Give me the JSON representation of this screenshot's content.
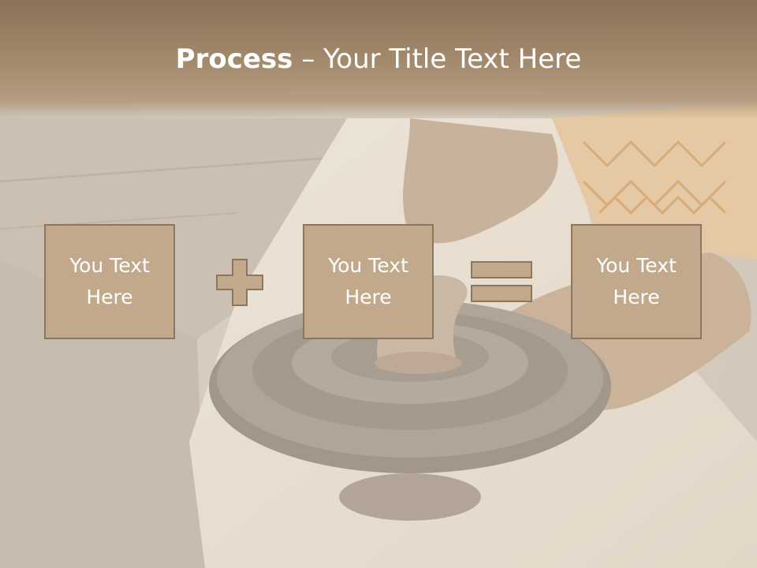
{
  "slide": {
    "title_bold": "Process",
    "title_dash": " – ",
    "title_rest": "Your Title Text Here",
    "boxes": [
      {
        "text": "You Text\nHere"
      },
      {
        "text": "You Text\nHere"
      },
      {
        "text": "You Text\nHere"
      }
    ],
    "operators": [
      "plus-icon",
      "equals-icon"
    ]
  },
  "colors": {
    "box_fill": "#c2a98c",
    "box_border": "#8b7660",
    "title_band": "#9c8266",
    "text": "#ffffff"
  }
}
